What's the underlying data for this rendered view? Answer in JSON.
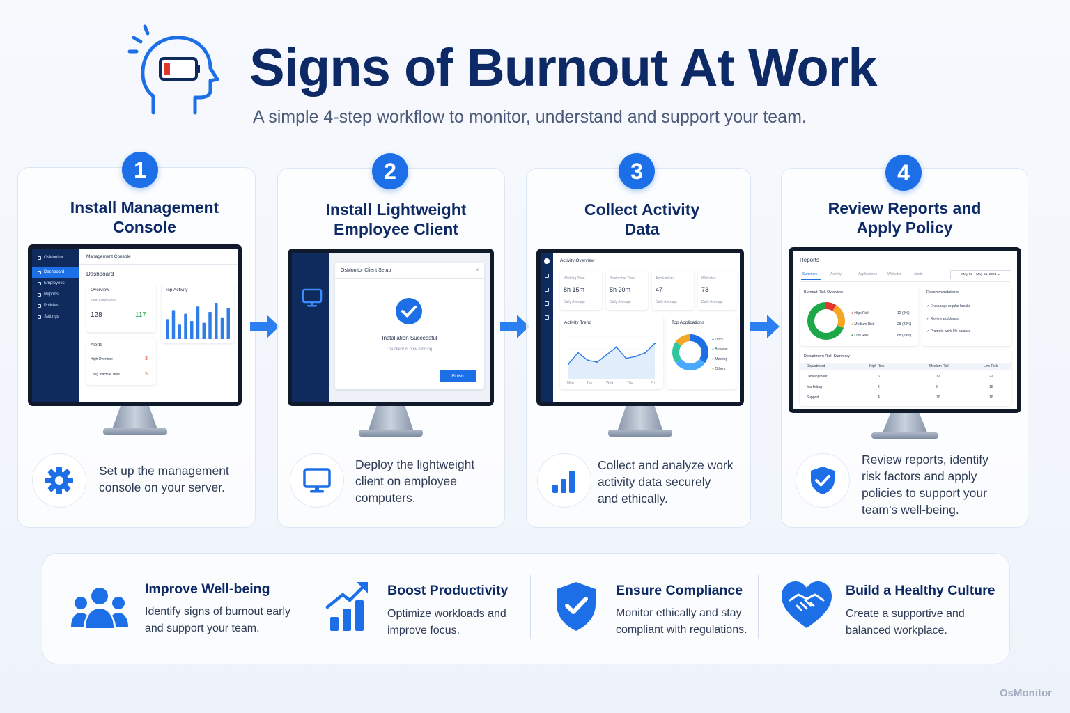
{
  "header": {
    "title": "Signs of Burnout At Work",
    "subtitle": "A simple 4-step workflow to monitor, understand and support your team."
  },
  "steps": [
    {
      "number": "1",
      "title_lines": [
        "Install Management",
        "Console"
      ],
      "desc_lines": [
        "Set up the management",
        "console on your server."
      ],
      "icon": "gear-icon",
      "screen": {
        "app_name": "OsMonitor",
        "header": "Management Console",
        "nav": [
          "Dashboard",
          "Employees",
          "Reports",
          "Policies",
          "Settings"
        ],
        "page_title": "Dashboard",
        "overview_label": "Overview",
        "total_label": "Total Employees",
        "total_value": "128",
        "active_value": "117",
        "top_activity_label": "Top Activity",
        "bars": [
          0.55,
          0.8,
          0.4,
          0.7,
          0.5,
          0.9,
          0.45,
          0.75,
          1.0,
          0.6,
          0.85
        ],
        "alerts_label": "Alerts",
        "alerts": [
          {
            "label": "High Overtime",
            "value": "3"
          },
          {
            "label": "Long Inactive Time",
            "value": "5"
          }
        ]
      }
    },
    {
      "number": "2",
      "title_lines": [
        "Install Lightweight",
        "Employee Client"
      ],
      "desc_lines": [
        "Deploy the lightweight",
        "client on employee",
        "computers."
      ],
      "icon": "desktop-icon",
      "screen": {
        "dialog_title": "OsMonitor Client Setup",
        "close_glyph": "×",
        "status": "Installation Successful",
        "note": "The client is now running.",
        "finish_label": "Finish"
      }
    },
    {
      "number": "3",
      "title_lines": [
        "Collect Activity",
        "Data"
      ],
      "desc_lines": [
        "Collect and analyze work",
        "activity data securely",
        "and ethically."
      ],
      "icon": "bar-chart-icon",
      "screen": {
        "header": "Activity Overview",
        "stats": [
          {
            "label": "Working Time",
            "value": "8h 15m",
            "sub": "Daily Average"
          },
          {
            "label": "Productive Time",
            "value": "5h 20m",
            "sub": "Daily Average"
          },
          {
            "label": "Applications",
            "value": "47",
            "sub": "Daily Average"
          },
          {
            "label": "Websites",
            "value": "73",
            "sub": "Daily Average"
          }
        ],
        "trend_label": "Activity Trend",
        "trend_days": [
          "Mon",
          "Tue",
          "Wed",
          "Thu",
          "Fri"
        ],
        "trend_values": [
          0.3,
          0.6,
          0.4,
          0.35,
          0.55,
          0.75,
          0.45,
          0.5,
          0.6,
          0.85
        ],
        "apps_label": "Top Applications",
        "apps_legend": [
          "Docs",
          "Browser",
          "Meeting",
          "Others"
        ],
        "apps_shares": [
          0.35,
          0.3,
          0.2,
          0.15
        ]
      }
    },
    {
      "number": "4",
      "title_lines": [
        "Review Reports and",
        "Apply Policy"
      ],
      "desc_lines": [
        "Review reports, identify",
        "risk factors and apply",
        "policies to support your",
        "team’s well-being."
      ],
      "icon": "shield-check-icon",
      "screen": {
        "header": "Reports",
        "tabs": [
          "Summary",
          "Activity",
          "Applications",
          "Websites",
          "Alerts"
        ],
        "date_range": "May 12 – May 18, 2024",
        "risk_title": "Burnout Risk Overview",
        "risk_rows": [
          {
            "label": "High Risk",
            "value": "12 (9%)"
          },
          {
            "label": "Medium Risk",
            "value": "28 (22%)"
          },
          {
            "label": "Low Risk",
            "value": "88 (69%)"
          }
        ],
        "risk_shares": [
          0.09,
          0.22,
          0.69
        ],
        "reco_title": "Recommendations",
        "recos": [
          "Encourage regular breaks",
          "Review workloads",
          "Promote work-life balance"
        ],
        "dept_title": "Department Risk Summary",
        "dept_headers": [
          "Department",
          "High Risk",
          "Medium Risk",
          "Low Risk"
        ],
        "dept_rows": [
          [
            "Development",
            "6",
            "12",
            "22"
          ],
          [
            "Marketing",
            "2",
            "6",
            "18"
          ],
          [
            "Support",
            "4",
            "10",
            "16"
          ]
        ]
      }
    }
  ],
  "benefits": [
    {
      "title": "Improve Well-being",
      "desc_lines": [
        "Identify signs of burnout early",
        "and support your team."
      ],
      "icon": "team-icon"
    },
    {
      "title": "Boost Productivity",
      "desc_lines": [
        "Optimize workloads and",
        "improve focus."
      ],
      "icon": "growth-chart-icon"
    },
    {
      "title": "Ensure Compliance",
      "desc_lines": [
        "Monitor ethically and stay",
        "compliant with regulations."
      ],
      "icon": "shield-check-icon"
    },
    {
      "title": "Build a Healthy Culture",
      "desc_lines": [
        "Create a supportive and",
        "balanced workplace."
      ],
      "icon": "heart-handshake-icon"
    }
  ],
  "brand": "OsMonitor",
  "colors": {
    "accent": "#1c6fe6",
    "navy": "#0d2a66",
    "danger": "#e0362c",
    "success": "#1ea84a",
    "warning": "#f5a623"
  }
}
